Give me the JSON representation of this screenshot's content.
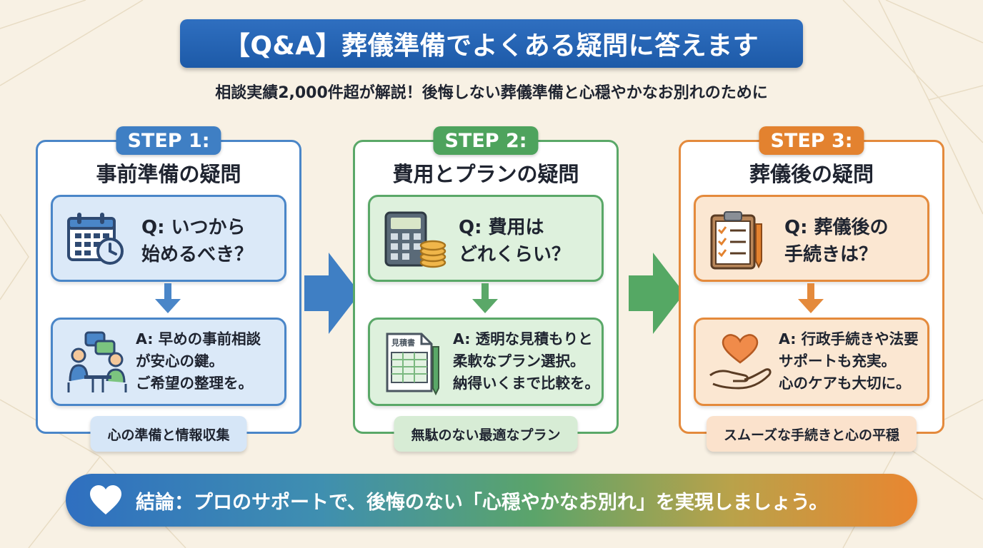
{
  "title": "【Q&A】葬儀準備でよくある疑問に答えます",
  "subtitle": "相談実績2,000件超が解説！後悔しない葬儀準備と心穏やかなお別れのために",
  "steps": [
    {
      "badge": "STEP 1:",
      "heading": "事前準備の疑問",
      "question_icon": "calendar-clock-icon",
      "question_lines": [
        "Q: いつから",
        "始めるべき？"
      ],
      "answer_icon": "consultation-icon",
      "answer_lines": [
        "A: 早めの事前相談",
        "が安心の鍵。",
        "ご希望の整理を。"
      ],
      "tag": "心の準備と情報収集"
    },
    {
      "badge": "STEP 2:",
      "heading": "費用とプランの疑問",
      "question_icon": "calculator-coins-icon",
      "question_lines": [
        "Q: 費用は",
        "どれくらい？"
      ],
      "answer_icon": "estimate-document-icon",
      "answer_icon_label": "見積書",
      "answer_lines": [
        "A: 透明な見積もりと",
        "柔軟なプラン選択。",
        "納得いくまで比較を。"
      ],
      "tag": "無駄のない最適なプラン"
    },
    {
      "badge": "STEP 3:",
      "heading": "葬儀後の疑問",
      "question_icon": "clipboard-checklist-icon",
      "question_lines": [
        "Q: 葬儀後の",
        "手続きは？"
      ],
      "answer_icon": "heart-hand-icon",
      "answer_lines": [
        "A: 行政手続きや法要",
        "サポートも充実。",
        "心のケアも大切に。"
      ],
      "tag": "スムーズな手続きと心の平穏"
    }
  ],
  "conclusion": {
    "icon": "heart-icon",
    "text": "結論：プロのサポートで、後悔のない「心穏やかなお別れ」を実現しましょう。"
  },
  "colors": {
    "title_bg": "#1d5aa8",
    "step1": "#4a86c8",
    "step2": "#5aa868",
    "step3": "#e48a3c",
    "background": "#f8f1e4"
  }
}
